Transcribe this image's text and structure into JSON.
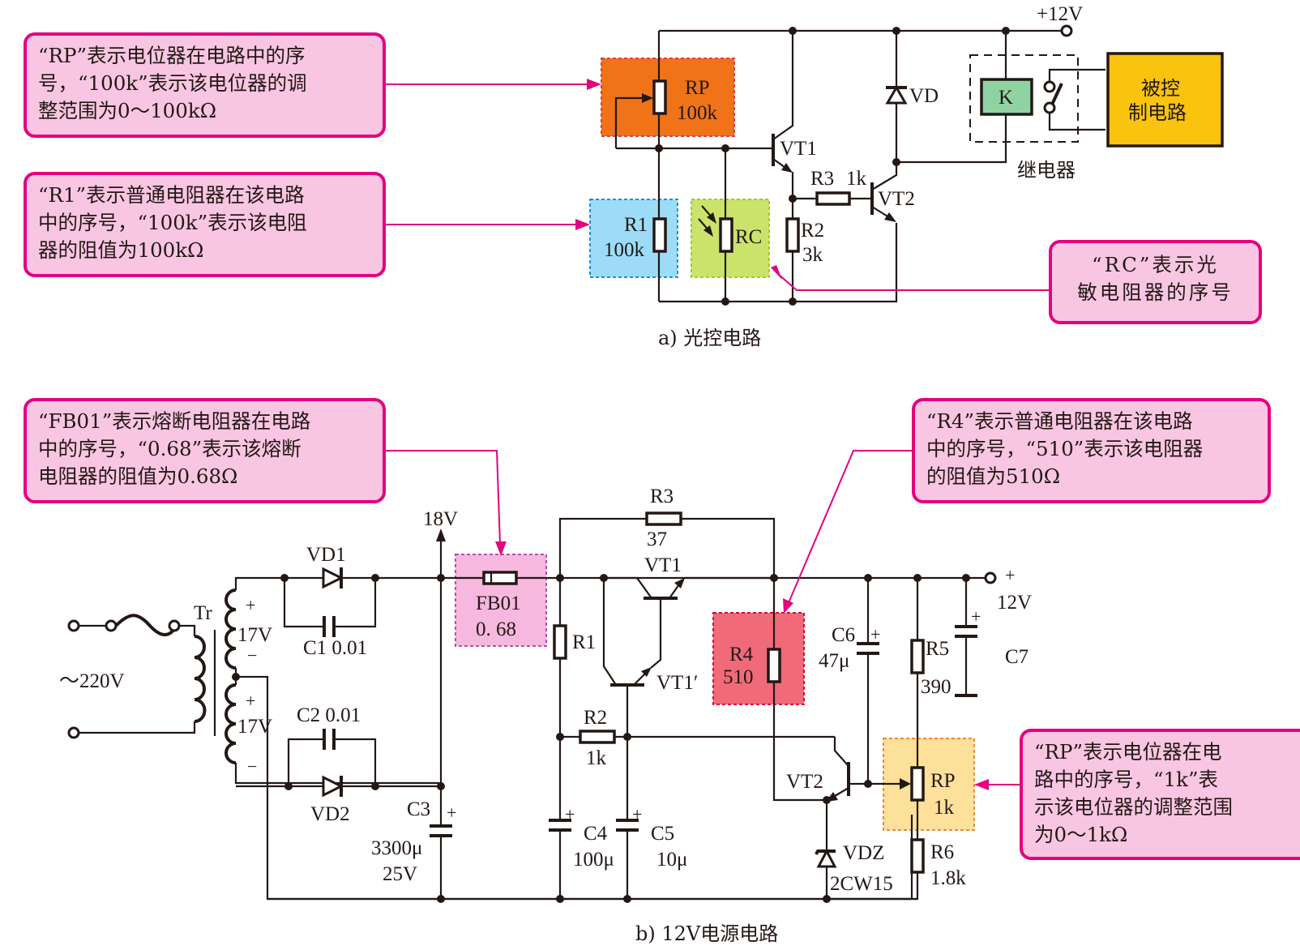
{
  "diagram_a": {
    "caption": "a) 光控电路",
    "supply_label": "+12V",
    "components": {
      "rp": {
        "name": "RP",
        "value": "100k"
      },
      "r1": {
        "name": "R1",
        "value": "100k"
      },
      "rc": {
        "name": "RC"
      },
      "r2": {
        "name": "R2",
        "value": "3k"
      },
      "r3": {
        "name": "R3",
        "value": "1k"
      },
      "vt1": {
        "name": "VT1"
      },
      "vt2": {
        "name": "VT2"
      },
      "vd": {
        "name": "VD"
      },
      "k": {
        "name": "K"
      },
      "relay_label": "继电器",
      "load": {
        "line1": "被控",
        "line2": "制电路"
      }
    },
    "callouts": {
      "rp": [
        "“RP”表示电位器在电路中的序",
        "号，“100k”表示该电位器的调",
        "整范围为0～100kΩ"
      ],
      "r1": [
        "“R1”表示普通电阻器在该电路",
        "中的序号，“100k”表示该电阻",
        "器的阻值为100kΩ"
      ],
      "rc": [
        "“RC”表示光",
        "敏电阻器的序号"
      ]
    }
  },
  "diagram_b": {
    "caption": "b) 12V电源电路",
    "input_label": "～220V",
    "transformer": "Tr",
    "winding_voltage": "17V",
    "plus": "+",
    "minus": "−",
    "rail_18v": "18V",
    "out_label": "12V",
    "components": {
      "vd1": {
        "name": "VD1"
      },
      "vd2": {
        "name": "VD2"
      },
      "c1": {
        "label": "C1 0.01"
      },
      "c2": {
        "label": "C2  0.01"
      },
      "c3": {
        "name": "C3",
        "value": "3300μ",
        "voltage": "25V"
      },
      "fb01": {
        "name": "FB01",
        "value": "0. 68"
      },
      "r1": {
        "name": "R1"
      },
      "r2": {
        "name": "R2",
        "value": "1k"
      },
      "r3": {
        "name": "R3",
        "value": "37"
      },
      "r4": {
        "name": "R4",
        "value": "510"
      },
      "r5": {
        "name": "R5",
        "value": "390"
      },
      "r6": {
        "name": "R6",
        "value": "1.8k"
      },
      "rp": {
        "name": "RP",
        "value": "1k"
      },
      "c4": {
        "name": "C4",
        "value": "100μ"
      },
      "c5": {
        "name": "C5",
        "value": "10μ"
      },
      "c6": {
        "name": "C6",
        "value": "47μ"
      },
      "c7": {
        "name": "C7"
      },
      "vt1": {
        "name": "VT1"
      },
      "vt1p": {
        "name": "VT1′"
      },
      "vt2": {
        "name": "VT2"
      },
      "vdz": {
        "name": "VDZ",
        "value": "2CW15"
      }
    },
    "callouts": {
      "fb01": [
        "“FB01”表示熔断电阻器在电路",
        "中的序号，“0.68”表示该熔断",
        "电阻器的阻值为0.68Ω"
      ],
      "r4": [
        "“R4”表示普通电阻器在该电路",
        "中的序号，“510”表示该电阻器",
        "的阻值为510Ω"
      ],
      "rp": [
        "“RP”表示电位器在电",
        "路中的序号，“1k”表",
        "示该电位器的调整范围",
        "为0～1kΩ"
      ]
    }
  },
  "colors": {
    "callout_border": "#e4007f",
    "callout_fill": "#f8c6e2",
    "rp_highlight": "#f07318",
    "r1_highlight": "#9cdcf6",
    "rc_highlight": "#cbe36b",
    "k_fill": "#8fd3a3",
    "load_fill": "#f9c30e",
    "fb01_highlight": "#f7b8df",
    "r4_highlight": "#f06a7a",
    "rp_b_highlight": "#fde09a"
  }
}
